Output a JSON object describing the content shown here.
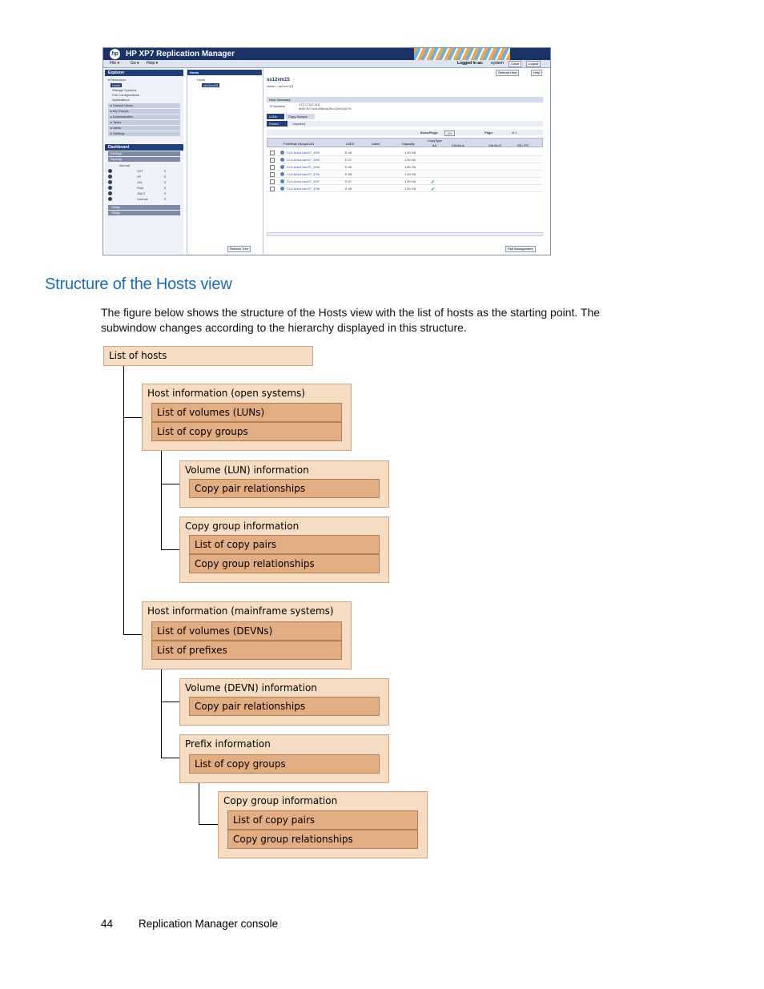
{
  "screenshot": {
    "app_title": "HP XP7 Replication Manager",
    "menu": [
      "File ▾",
      "Go ▾",
      "Help ▾"
    ],
    "logged_in_label": "Logged in as:",
    "logged_in_user": "system",
    "close_btn": "Close",
    "logout_btn": "Logout",
    "refresh_host_btn": "Refresh Host",
    "help_btn": "Help",
    "explorer_title": "Explorer",
    "explorer_items": [
      "▾ Resources",
      "Hosts",
      "Storage Systems",
      "Pair Configurations",
      "Applications"
    ],
    "explorer_bands": [
      "▸ Shared Views",
      "▸ My Groups",
      "▸ Administration",
      "▸ Tasks",
      "▸ Alerts",
      "▸ Settings"
    ],
    "dashboard_title": "Dashboard",
    "dashboard_bands": [
      "DevMgr",
      "RepMgr"
    ],
    "dashboard_normal": "Normal",
    "dashboard_rows": [
      {
        "label": "UVT",
        "value": "0"
      },
      {
        "label": "SF",
        "value": "0"
      },
      {
        "label": "JNL",
        "value": "0"
      },
      {
        "label": "Pool",
        "value": "0"
      },
      {
        "label": "JNLG",
        "value": "0"
      },
      {
        "label": "License",
        "value": "0"
      }
    ],
    "dashboard_bottom": [
      "TSMgr",
      "TSMgr"
    ],
    "tree_title": "Hosts",
    "tree_root": "Hosts",
    "tree_node": "ss12vm15",
    "refresh_tree_btn": "Refresh Tree",
    "host_name": "ss12vm15",
    "host_breadcrumb": "Hosts > ss12vm15",
    "host_summary_title": "Host Summary",
    "ip_label": "IP Address",
    "ip_value": "172.17112.115",
    "ip_value2": "fe80::8:0:444:808:ca29:c12ef:4167%",
    "tabs": [
      "LUNs",
      "Copy Groups"
    ],
    "subtabs": [
      "Paired",
      "Unpaired"
    ],
    "items_per_page_label": "Items/Page:",
    "items_per_page": "100",
    "page_label": "Page:",
    "page_of": "of 1",
    "columns": [
      "Port/Host Group/LUN",
      "LDEV",
      "Label",
      "Capacity",
      "AC",
      "Cnt Ac-A",
      "Cnt Ac-S",
      "SS / FS"
    ],
    "copytype_label": "CopyType",
    "rows": [
      {
        "lun": "CL5-A/ss12arc07_3/95",
        "ldev": "E:45",
        "cap": "1.00 Gb",
        "ok": false
      },
      {
        "lun": "CL5-A/ss12arc07_3/95",
        "ldev": "E:47",
        "cap": "1.00 Gb",
        "ok": false
      },
      {
        "lun": "CL5-A/ss12arc07_3/96",
        "ldev": "E:46",
        "cap": "1.00 Gb",
        "ok": false
      },
      {
        "lun": "CL5-A/ss12arc07_3/96",
        "ldev": "E:26",
        "cap": "1.00 Gb",
        "ok": false
      },
      {
        "lun": "CL5-A/ss12arc07_3/97",
        "ldev": "E:47",
        "cap": "1.00 Gb",
        "ok": true
      },
      {
        "lun": "CL5-A/ss12arc07_3/98",
        "ldev": "E:48",
        "cap": "1.00 Gb",
        "ok": true
      }
    ],
    "pair_management_btn": "Pair Management"
  },
  "heading": "Structure of the Hosts view",
  "paragraph": "The figure below shows the structure of the Hosts view with the list of hosts as the starting point. The subwindow changes according to the hierarchy displayed in this structure.",
  "diagram": {
    "root": "List of hosts",
    "open_host": {
      "title": "Host information (open systems)",
      "items": [
        "List of volumes (LUNs)",
        "List of copy groups"
      ]
    },
    "open_volume": {
      "title": "Volume (LUN) information",
      "items": [
        "Copy pair relationships"
      ]
    },
    "open_copygroup": {
      "title": "Copy group information",
      "items": [
        "List of copy pairs",
        "Copy group relationships"
      ]
    },
    "mf_host": {
      "title": "Host information (mainframe systems)",
      "items": [
        "List of volumes (DEVNs)",
        "List of prefixes"
      ]
    },
    "mf_volume": {
      "title": "Volume (DEVN) information",
      "items": [
        "Copy pair relationships"
      ]
    },
    "mf_prefix": {
      "title": "Prefix information",
      "items": [
        "List of copy groups"
      ]
    },
    "mf_copygroup": {
      "title": "Copy group information",
      "items": [
        "List of copy pairs",
        "Copy group relationships"
      ]
    }
  },
  "footer": {
    "page_number": "44",
    "section": "Replication Manager console"
  }
}
